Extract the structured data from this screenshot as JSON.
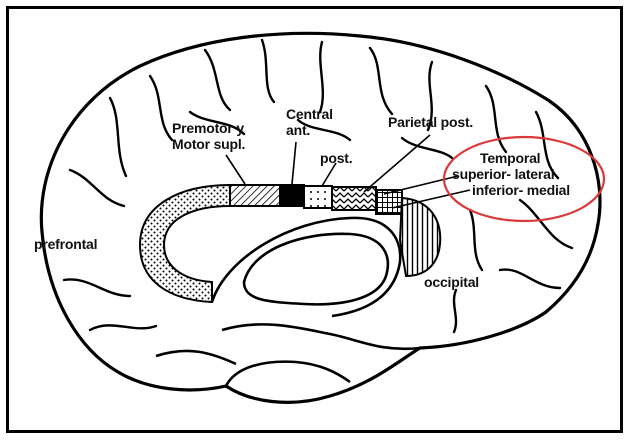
{
  "labels": {
    "premotor": [
      "Premotor y",
      "Motor supl."
    ],
    "central": [
      "Central",
      "ant."
    ],
    "post": "post.",
    "parietal_post": "Parietal post.",
    "temporal": [
      "Temporal",
      "superior- lateral",
      "inferior- medial"
    ],
    "prefrontal": "prefrontal",
    "occipital": "occipital"
  },
  "colors": {
    "outline": "#000000",
    "highlight_ellipse": "#d83a3a",
    "background": "#ffffff"
  }
}
